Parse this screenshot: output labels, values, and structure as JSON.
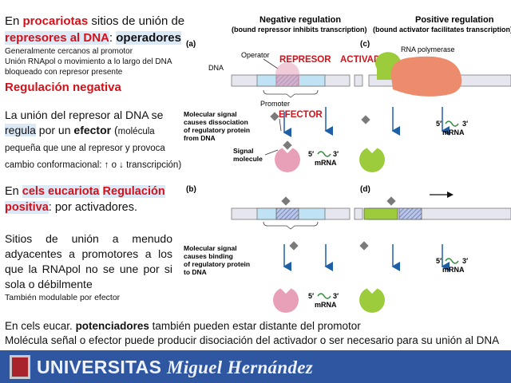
{
  "left": {
    "b1_en": "En ",
    "b1_procariotas": "procariotas",
    "b1_sitios": " sitios de unión de ",
    "b1_represores": "represores al DNA",
    "b1_colon": ": ",
    "b1_operadores": "operadores",
    "b1_small1": "Generalmente cercanos al promotor",
    "b1_small2": "Unión RNApol o movimiento a lo largo del DNA bloqueado con represor presente",
    "b1_regneg": "Regulación negativa",
    "b2_text1": "La unión del represor al DNA se ",
    "b2_regula": "regula",
    "b2_por": " por un ",
    "b2_efector": "efector",
    "b2_paren_open": " (",
    "b2_small": "molécula pequeña que une al represor y provoca cambio conformacional: ↑ o ↓ transcripción)",
    "b3_en": "En ",
    "b3_cels": "cels eucariota",
    "b3_space": " ",
    "b3_regpos": "Regulación positiva",
    "b3_rest": ": por activadores.",
    "b4_text": "Sitios de unión a menudo adyacentes a promotores a los que la RNApol no se une por si sola o débilmente",
    "b4_small": "También modulable por efector"
  },
  "bottom": {
    "line1_a": "En cels eucar. ",
    "line1_b": "potenciadores",
    "line1_c": " también pueden estar distante del promotor",
    "line2": "Molécula señal o efector puede producir disociación del activador o ser necesario para su unión al DNA"
  },
  "diagram": {
    "neg_title": "Negative regulation",
    "neg_sub": "(bound repressor inhibits transcription)",
    "pos_title": "Positive regulation",
    "pos_sub": "(bound activator facilitates transcription)",
    "label_a": "(a)",
    "label_b": "(b)",
    "label_c": "(c)",
    "label_d": "(d)",
    "operator": "Operator",
    "represor": "REPRESOR",
    "activador": "ACTIVADOR",
    "rnapol": "RNA polymerase",
    "dna": "DNA",
    "promoter": "Promoter",
    "efector": "EFECTOR",
    "sig_diss_1": "Molecular signal",
    "sig_diss_2": "causes dissociation",
    "sig_diss_3": "of regulatory protein",
    "sig_diss_4": "from DNA",
    "signal_1": "Signal",
    "signal_2": "molecule",
    "five": "5′",
    "three": "3′",
    "mrna": "mRNA",
    "sig_bind_1": "Molecular signal",
    "sig_bind_2": "causes binding",
    "sig_bind_3": "of regulatory protein",
    "sig_bind_4": "to DNA"
  },
  "footer": {
    "uni": "UNIVERSITAS",
    "name": "Miguel Hernández"
  },
  "colors": {
    "accent_red": "#d4111a",
    "highlight": "#dbe8f6",
    "footer_blue": "#2f56a0",
    "repressor_pink": "#e8a0b8",
    "activator_green": "#9ccc3c",
    "rnapol_salmon": "#ec8c6c",
    "dna_blue": "#bfe3f4",
    "arrow_blue": "#1f5fa6"
  }
}
